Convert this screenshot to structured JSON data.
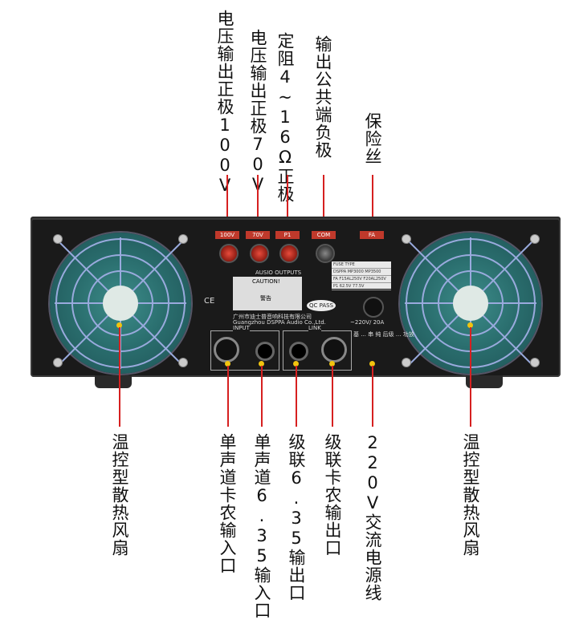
{
  "top_labels": [
    {
      "text": "电压输出正极100V"
    },
    {
      "text": "电压输出正极70V"
    },
    {
      "text": "定阻4~16Ω正极"
    },
    {
      "text": "输出公共端负极"
    },
    {
      "text": "保险丝"
    }
  ],
  "bottom_labels": [
    {
      "text": "温控型散热风扇"
    },
    {
      "text": "单声道卡农输入口"
    },
    {
      "text": "单声道6.35输入口"
    },
    {
      "text": "级联6.35输出口"
    },
    {
      "text": "级联卡农输出口"
    },
    {
      "text": "220V交流电源线"
    },
    {
      "text": "温控型散热风扇"
    }
  ],
  "panel": {
    "terminals": [
      "100V",
      "70V",
      "P1",
      "COM"
    ],
    "fuse": "FA",
    "audio_outputs": "AUSIO OUTPUTS",
    "input_label": "INPUT",
    "link_label": "LINK",
    "caution": "CAUTION!",
    "warning_cn": "警告",
    "company_cn": "广州市迪士普音响科技有限公司",
    "company_en": "Guangzhou DSPPA Audio Co.,Ltd.",
    "qc": "QC PASS",
    "power": "~220V/ 20A",
    "fuse_type": "FUSE TYPE",
    "fuse_rows": [
      "DSPPA MP3000 MP3500",
      "FA F15AL250V F20AL250V",
      "P1 62.5V 77.5V"
    ],
    "ce": "CE",
    "side_note": "基 ... 串 纯 后级 ... 功放"
  },
  "colors": {
    "leader": "#d62020",
    "dot": "#f1c40f",
    "chassis": "#1a1a1a",
    "fan": "#2a6e6e"
  }
}
